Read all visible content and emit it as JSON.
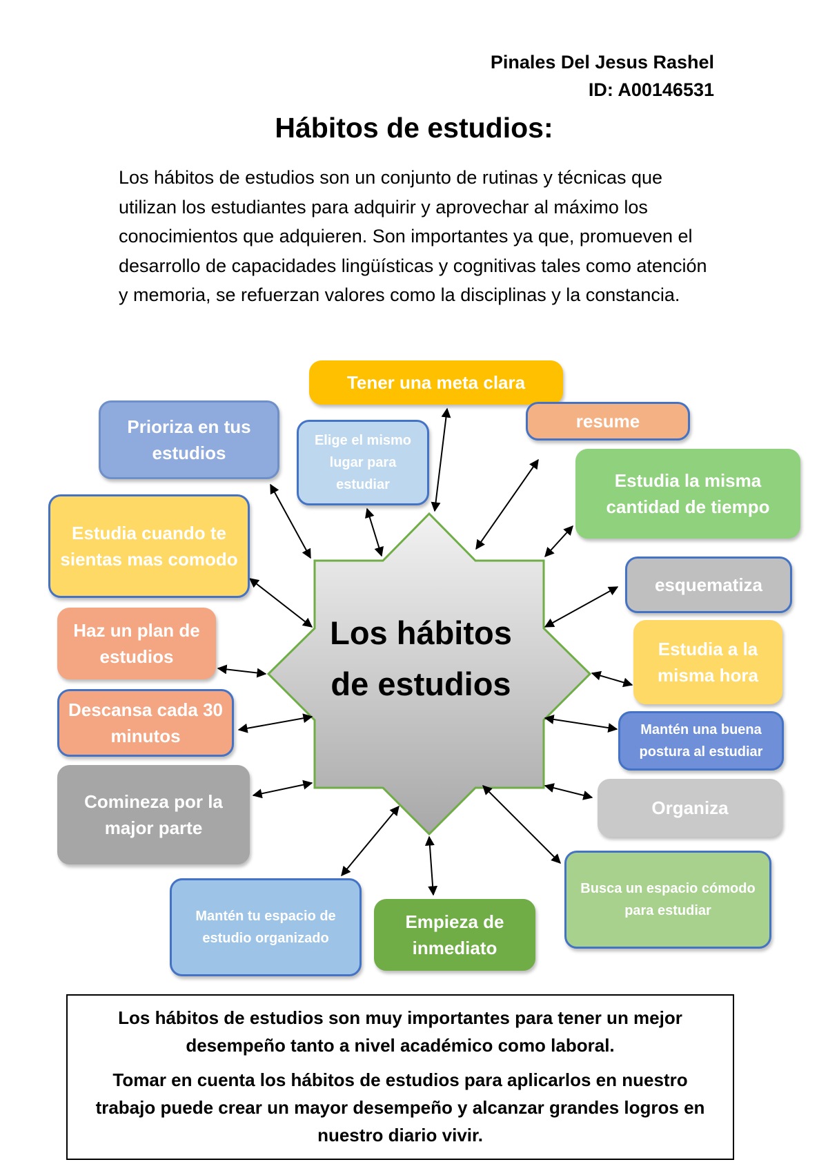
{
  "header": {
    "name": "Pinales Del Jesus Rashel",
    "id": "ID: A00146531"
  },
  "title": "Hábitos de estudios:",
  "intro": "Los hábitos de estudios son un conjunto de rutinas y técnicas que utilizan los estudiantes para adquirir y aprovechar al máximo los conocimientos que adquieren. Son importantes ya que, promueven el desarrollo de capacidades lingüísticas y cognitivas tales como atención y memoria, se refuerzan valores como la disciplinas y la constancia.",
  "center": {
    "line1": "Los hábitos",
    "line2": "de estudios"
  },
  "nodes": [
    {
      "id": "meta",
      "text": "Tener una meta clara",
      "fill": "#ffc000"
    },
    {
      "id": "prioriza",
      "text": "Prioriza en tus estudios",
      "fill": "#8faadc"
    },
    {
      "id": "lugar",
      "text": "Elige el mismo lugar para estudiar",
      "fill": "#bdd7ee"
    },
    {
      "id": "resume",
      "text": "resume",
      "fill": "#f4b183"
    },
    {
      "id": "tiempo",
      "text": "Estudia la misma cantidad de tiempo",
      "fill": "#8fd17c"
    },
    {
      "id": "comodo",
      "text": "Estudia cuando te sientas mas comodo",
      "fill": "#ffd966"
    },
    {
      "id": "esquematiza",
      "text": "esquematiza",
      "fill": "#bfbfbf"
    },
    {
      "id": "plan",
      "text": "Haz un plan de estudios",
      "fill": "#f4a582"
    },
    {
      "id": "hora",
      "text": "Estudia a la misma hora",
      "fill": "#ffd966"
    },
    {
      "id": "descansa",
      "text": "Descansa cada 30 minutos",
      "fill": "#f4a582"
    },
    {
      "id": "postura",
      "text": "Mantén una buena postura al estudiar",
      "fill": "#6f8fd8"
    },
    {
      "id": "mayor",
      "text": "Comineza por la major parte",
      "fill": "#a6a6a6"
    },
    {
      "id": "organiza",
      "text": "Organiza",
      "fill": "#c9c9c9"
    },
    {
      "id": "espacio-org",
      "text": "Mantén tu espacio de estudio organizado",
      "fill": "#9dc3e6"
    },
    {
      "id": "inmediato",
      "text": "Empieza de inmediato",
      "fill": "#70ad47"
    },
    {
      "id": "espacio-comodo",
      "text": "Busca un espacio cómodo para estudiar",
      "fill": "#a9d18e"
    }
  ],
  "conclusion": {
    "p1": "Los hábitos de estudios son muy importantes para tener un mejor desempeño tanto a nivel académico como laboral.",
    "p2": "Tomar en cuenta los hábitos de estudios para aplicarlos en nuestro trabajo puede crear un mayor desempeño y alcanzar grandes logros en nuestro diario vivir."
  }
}
